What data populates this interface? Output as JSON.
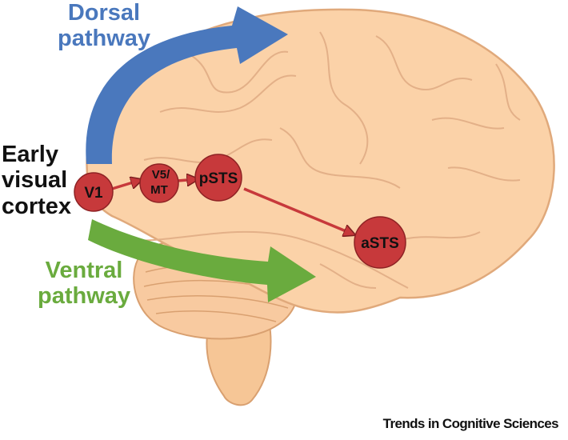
{
  "labels": {
    "dorsal_line1": "Dorsal",
    "dorsal_line2": "pathway",
    "ventral_line1": "Ventral",
    "ventral_line2": "pathway",
    "early_line1": "Early",
    "early_line2": "visual",
    "early_line3": "cortex"
  },
  "nodes": {
    "v1": "V1",
    "v5_line1": "V5/",
    "v5_line2": "MT",
    "psts": "pSTS",
    "asts": "aSTS"
  },
  "credit": "Trends in Cognitive Sciences",
  "colors": {
    "dorsal": "#4a78bd",
    "ventral": "#6aab3e",
    "node_fill": "#c7393b",
    "node_stroke": "#8e2224",
    "brain_fill": "#fbd2a8",
    "brain_stroke": "#e0a97b"
  }
}
